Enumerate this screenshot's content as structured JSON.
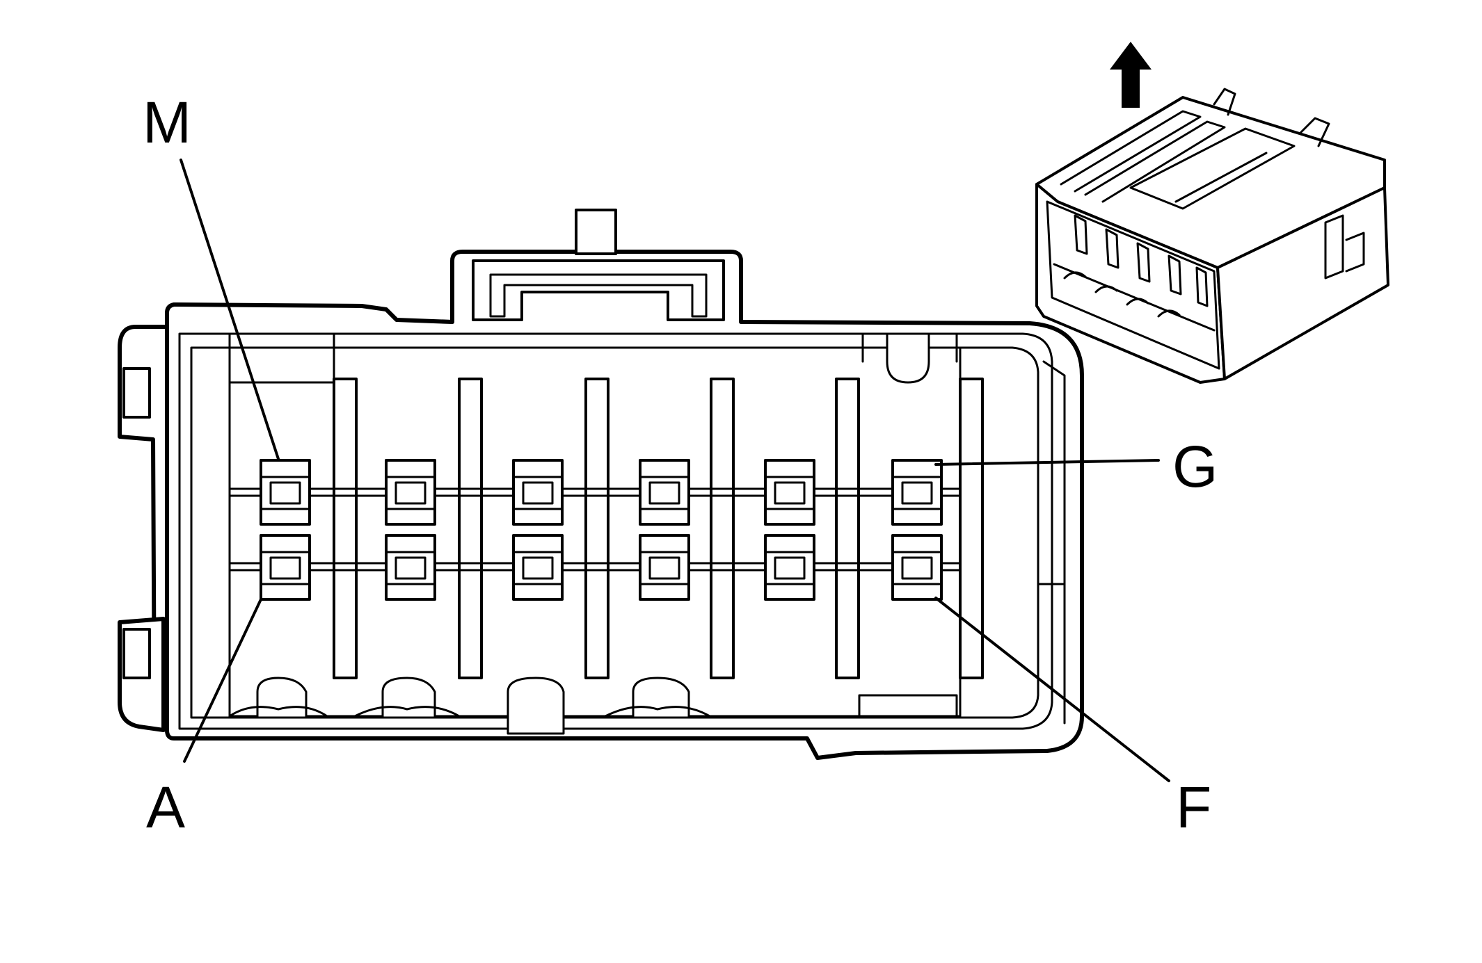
{
  "labels": {
    "pin_m": "M",
    "pin_g": "G",
    "pin_a": "A",
    "pin_f": "F"
  },
  "icons": {
    "orientation_arrow": "arrow-up-icon",
    "connector_view": "connector-isometric-icon"
  },
  "colors": {
    "line": "#000000",
    "background": "#ffffff"
  }
}
